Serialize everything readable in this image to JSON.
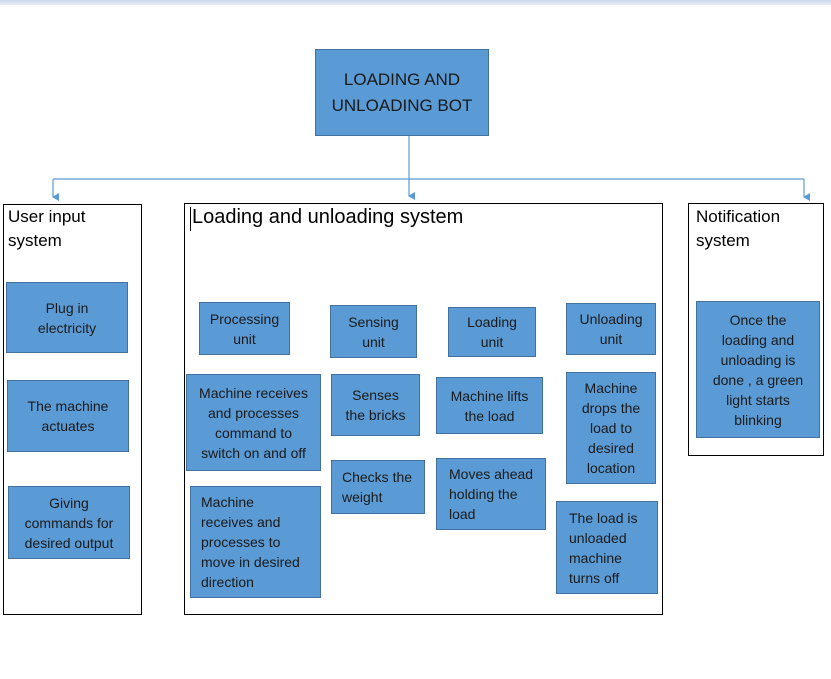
{
  "diagram": {
    "root": "LOADING AND\nUNLOADING BOT",
    "user_input": {
      "title": "User input\nsystem",
      "items": [
        "Plug in\nelectricity",
        "The machine\nactuates",
        "Giving\ncommands for\ndesired output"
      ]
    },
    "loading_system": {
      "title": "Loading and unloading system",
      "units": [
        {
          "label": "Processing\nunit",
          "steps": [
            "Machine receives\nand processes\ncommand to\nswitch on and off",
            "Machine\nreceives   and\nprocesses to\nmove in desired\ndirection"
          ]
        },
        {
          "label": "Sensing\nunit",
          "steps": [
            "Senses\nthe bricks",
            "Checks the\nweight"
          ]
        },
        {
          "label": "Loading\nunit",
          "steps": [
            "Machine lifts\nthe load",
            "Moves ahead\nholding the\nload"
          ]
        },
        {
          "label": "Unloading\nunit",
          "steps": [
            "Machine\ndrops the\nload to\ndesired\nlocation",
            "The load is\nunloaded\nmachine\nturns off"
          ]
        }
      ]
    },
    "notification": {
      "title": "Notification\nsystem",
      "message": "Once the\nloading and\nunloading is\ndone , a green\nlight  starts\nblinking"
    }
  },
  "colors": {
    "box_fill": "#5b9bd5",
    "box_border": "#41719c",
    "connector": "#5b9bd5"
  }
}
